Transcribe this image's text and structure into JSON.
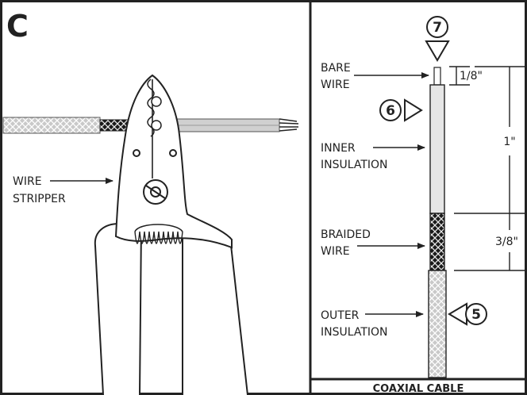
{
  "left_panel": {
    "panel_letter": "C",
    "wire_stripper_label_line1": "WIRE",
    "wire_stripper_label_line2": "STRIPPER"
  },
  "right_panel": {
    "labels": {
      "bare_wire_line1": "BARE",
      "bare_wire_line2": "WIRE",
      "inner_insulation_line1": "INNER",
      "inner_insulation_line2": "INSULATION",
      "braided_wire_line1": "BRAIDED",
      "braided_wire_line2": "WIRE",
      "outer_insulation_line1": "OUTER",
      "outer_insulation_line2": "INSULATION"
    },
    "dimensions": {
      "bare_wire": "1/8\"",
      "inner_insulation": "1\"",
      "braided_wire": "3/8\""
    },
    "steps": {
      "step_top": "7",
      "step_middle": "6",
      "step_bottom": "5"
    },
    "caption": "COAXIAL CABLE"
  },
  "colors": {
    "outline": "#222222",
    "inner_insulation": "#e6e6e6",
    "outer_insulation": "#c8c8c8",
    "braid_dark": "#1a1a1a"
  }
}
